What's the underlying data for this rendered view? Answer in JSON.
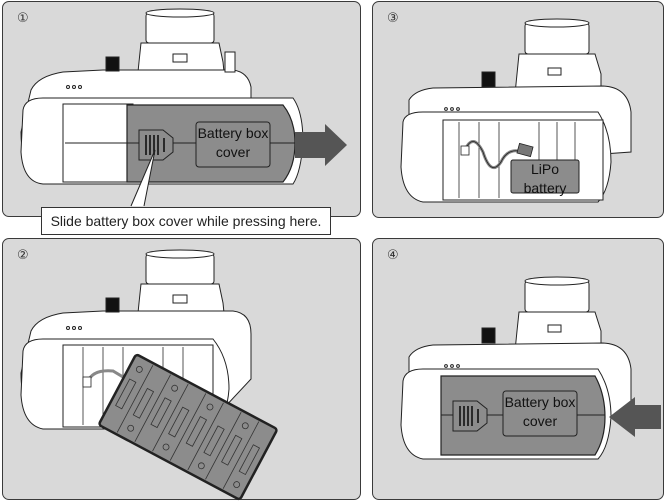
{
  "panels": [
    {
      "step": "①",
      "name": "remove-cover",
      "cover_label_line1": "Battery box",
      "cover_label_line2": "cover",
      "callout": "Slide battery box cover while pressing here.",
      "arrow": "right"
    },
    {
      "step": "②",
      "name": "cover-removed"
    },
    {
      "step": "③",
      "name": "battery-inserted",
      "battery_label_line1": "LiPo",
      "battery_label_line2": "battery"
    },
    {
      "step": "④",
      "name": "reinstall-cover",
      "cover_label_line1": "Battery box",
      "cover_label_line2": "cover",
      "arrow": "left"
    }
  ],
  "colors": {
    "panel_bg": "#d9d9d9",
    "cover_fill": "#8c8c8c",
    "arrow_fill": "#555555",
    "outline": "#222222"
  }
}
